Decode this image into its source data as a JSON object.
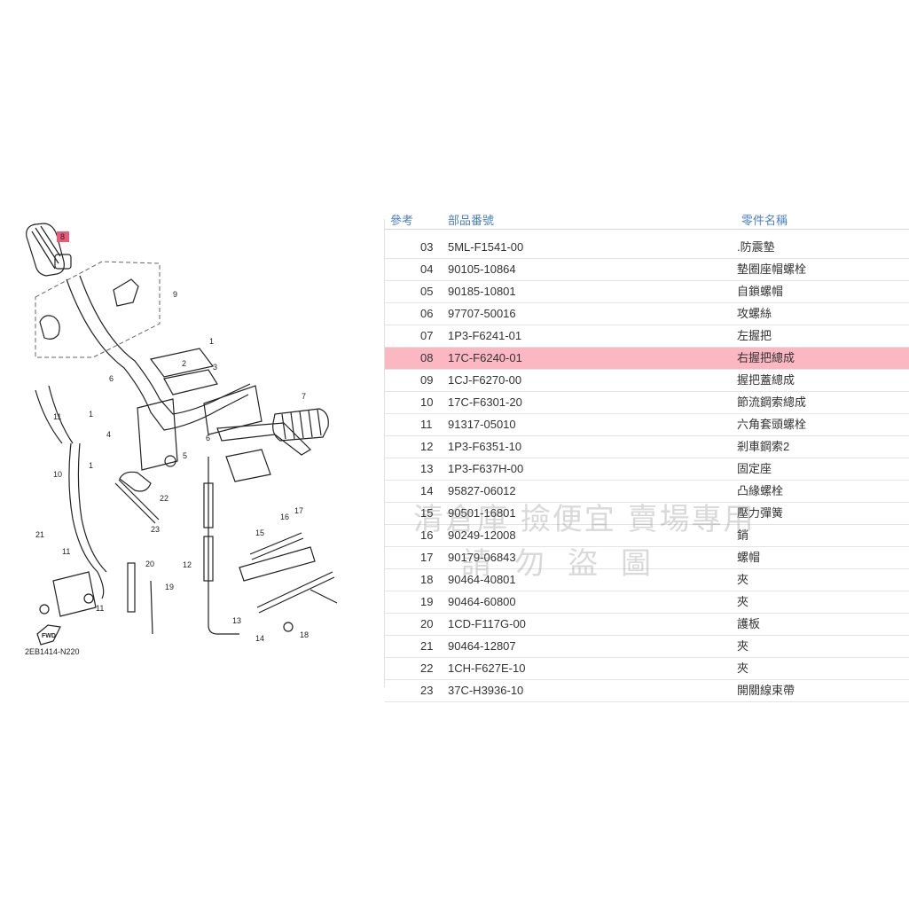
{
  "diagram": {
    "code": "2EB1414-N220",
    "fwd_label": "FWD",
    "callouts": [
      "8",
      "9",
      "1",
      "2",
      "3",
      "7",
      "6",
      "6",
      "4",
      "5",
      "1",
      "1",
      "11",
      "10",
      "22",
      "23",
      "16",
      "17",
      "15",
      "21",
      "11",
      "20",
      "19",
      "12",
      "13",
      "14",
      "18",
      "11"
    ]
  },
  "table": {
    "headers": {
      "ref": "參考",
      "code": "部品番號",
      "name": "零件名稱"
    },
    "rows": [
      {
        "ref": "03",
        "code": "5ML-F1541-00",
        "name": ".防震墊"
      },
      {
        "ref": "04",
        "code": "90105-10864",
        "name": "墊圈座帽螺栓"
      },
      {
        "ref": "05",
        "code": "90185-10801",
        "name": "自鎖螺帽"
      },
      {
        "ref": "06",
        "code": "97707-50016",
        "name": "攻螺絲"
      },
      {
        "ref": "07",
        "code": "1P3-F6241-01",
        "name": "左握把"
      },
      {
        "ref": "08",
        "code": "17C-F6240-01",
        "name": "右握把總成"
      },
      {
        "ref": "09",
        "code": "1CJ-F6270-00",
        "name": "握把蓋總成"
      },
      {
        "ref": "10",
        "code": "17C-F6301-20",
        "name": "節流鋼索總成"
      },
      {
        "ref": "11",
        "code": "91317-05010",
        "name": "六角套頭螺栓"
      },
      {
        "ref": "12",
        "code": "1P3-F6351-10",
        "name": "剎車鋼索2"
      },
      {
        "ref": "13",
        "code": "1P3-F637H-00",
        "name": "固定座"
      },
      {
        "ref": "14",
        "code": "95827-06012",
        "name": "凸緣螺栓"
      },
      {
        "ref": "15",
        "code": "90501-16801",
        "name": "壓力彈簧"
      },
      {
        "ref": "16",
        "code": "90249-12008",
        "name": "銷"
      },
      {
        "ref": "17",
        "code": "90179-06843",
        "name": "螺帽"
      },
      {
        "ref": "18",
        "code": "90464-40801",
        "name": "夾"
      },
      {
        "ref": "19",
        "code": "90464-60800",
        "name": "夾"
      },
      {
        "ref": "20",
        "code": "1CD-F117G-00",
        "name": "護板"
      },
      {
        "ref": "21",
        "code": "90464-12807",
        "name": "夾"
      },
      {
        "ref": "22",
        "code": "1CH-F627E-10",
        "name": "夾"
      },
      {
        "ref": "23",
        "code": "37C-H3936-10",
        "name": "開關線束帶"
      }
    ]
  },
  "watermark": {
    "line1": "清倉庫 撿便宜 賣場專用",
    "line2": "請勿盜圖"
  },
  "colors": {
    "highlight_row": "#fbb8c3",
    "header_text": "#4a7fc1",
    "callout_8": "#e85a78"
  }
}
